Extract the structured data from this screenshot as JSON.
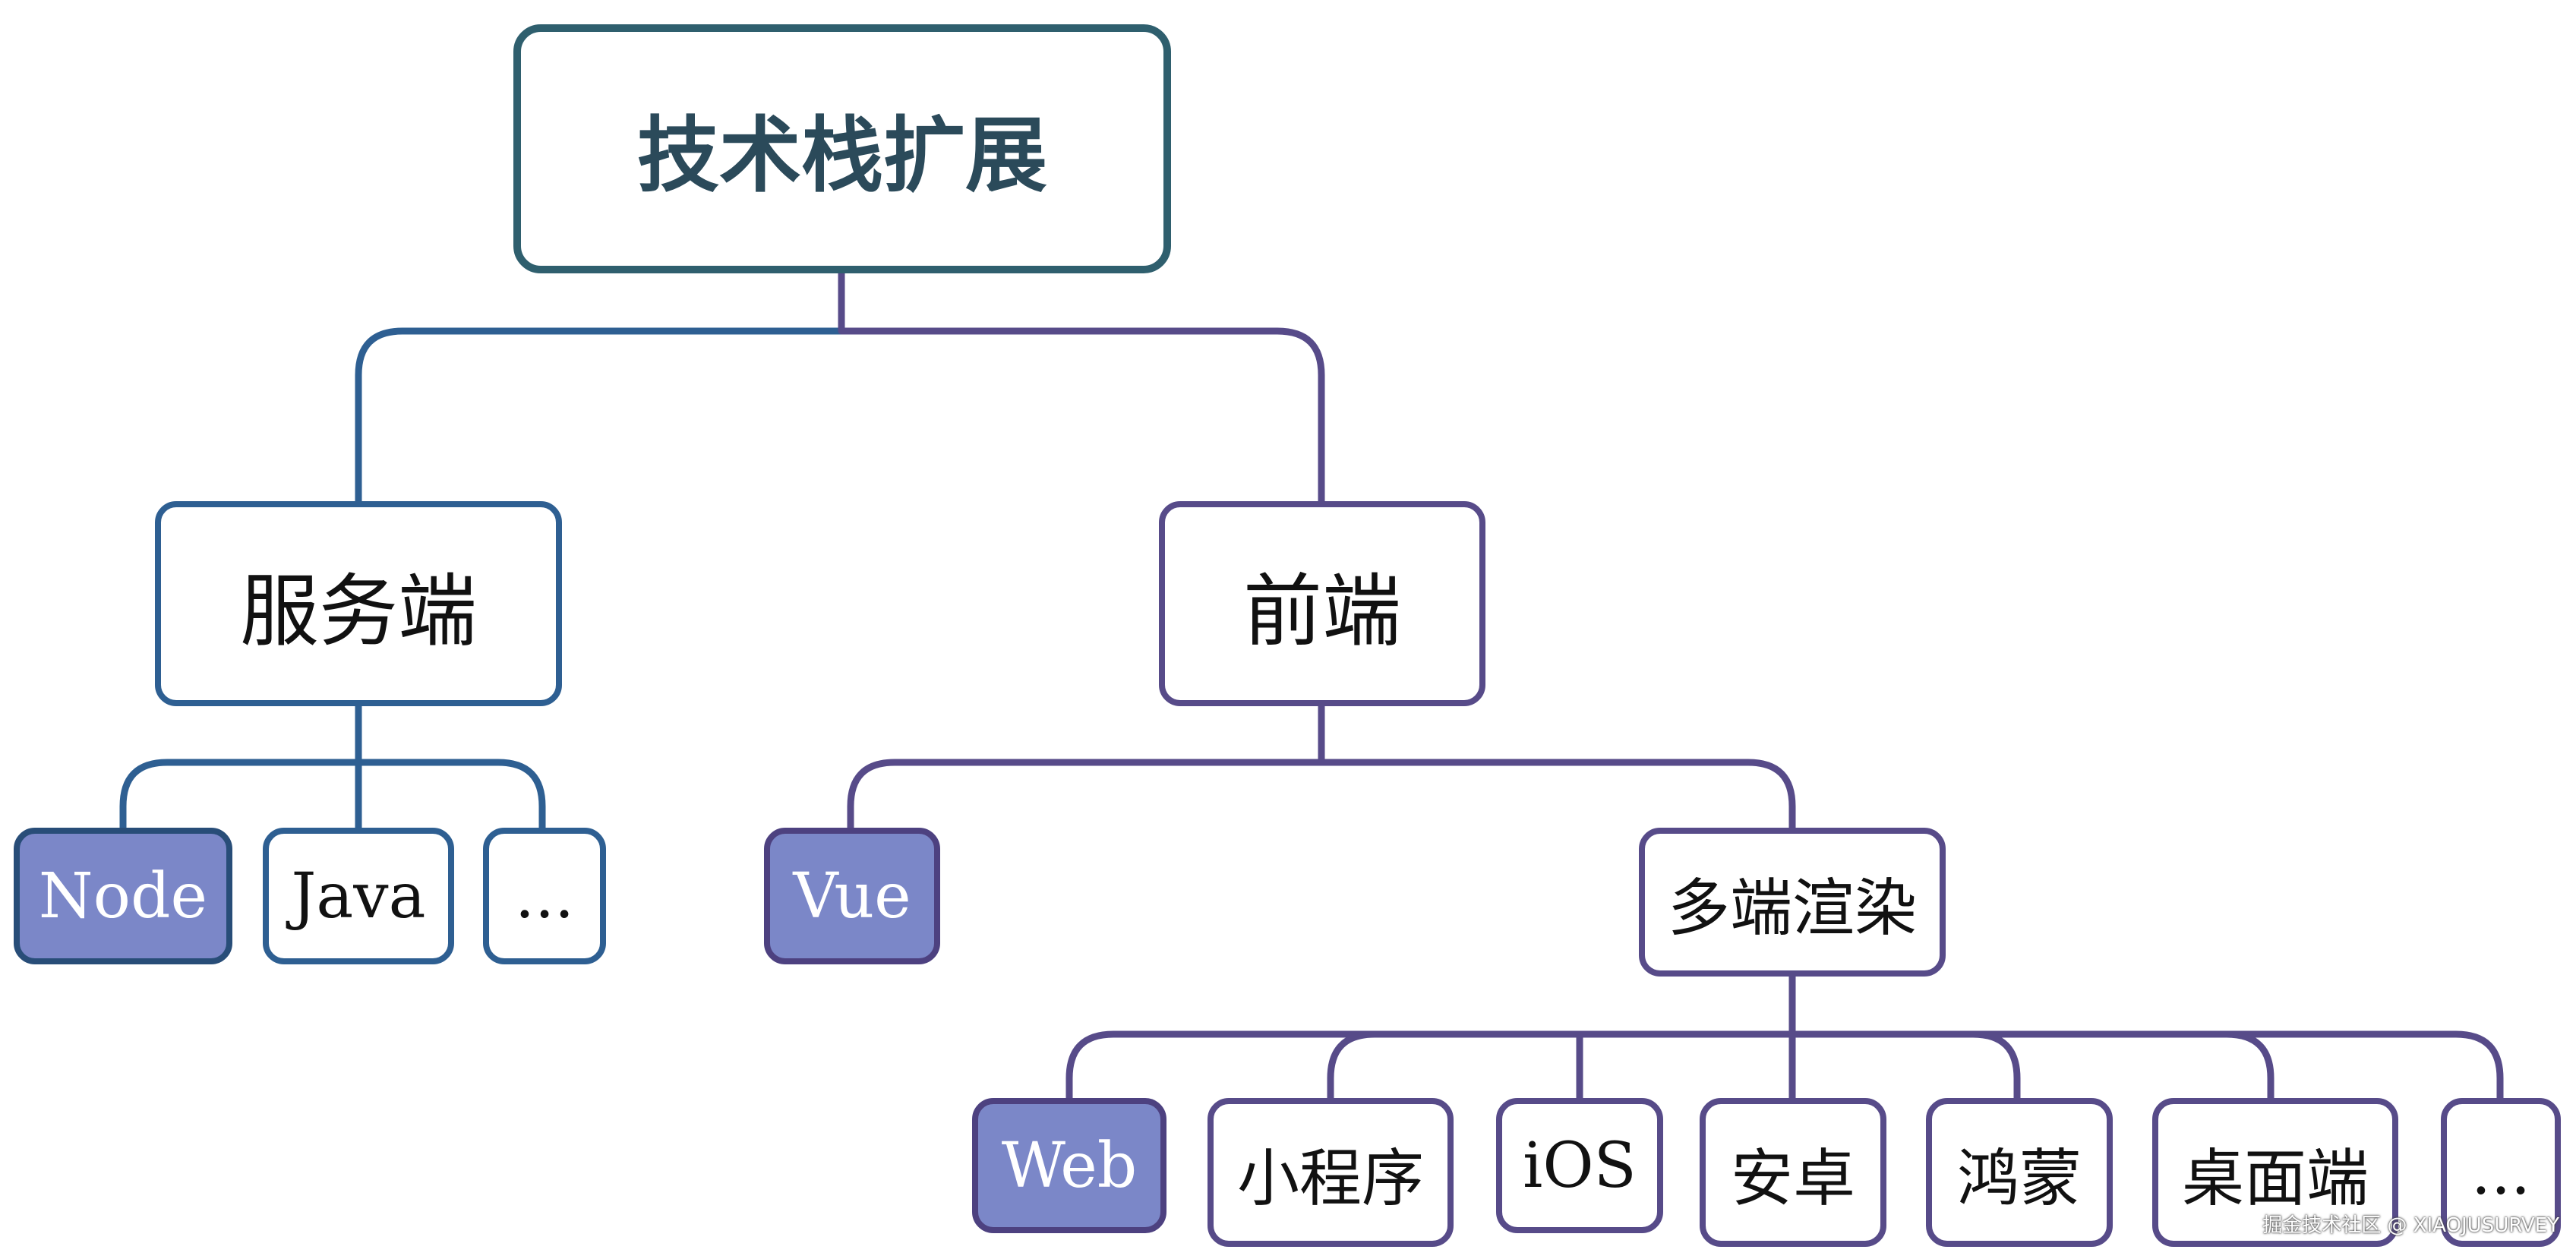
{
  "colors": {
    "server_branch": "#2e5f92",
    "frontend_branch": "#574b89",
    "highlight_fill": "#7b87c8",
    "root_border": "#2f5f6e"
  },
  "root": {
    "label": "技术栈扩展"
  },
  "server": {
    "label": "服务端",
    "children": [
      {
        "label": "Node",
        "highlighted": true
      },
      {
        "label": "Java",
        "highlighted": false
      },
      {
        "label": "...",
        "highlighted": false
      }
    ]
  },
  "frontend": {
    "label": "前端",
    "children": [
      {
        "label": "Vue",
        "highlighted": true
      },
      {
        "label": "多端渲染",
        "highlighted": false
      }
    ]
  },
  "multi_render": {
    "children": [
      {
        "label": "Web",
        "highlighted": true
      },
      {
        "label": "小程序",
        "highlighted": false
      },
      {
        "label": "iOS",
        "highlighted": false
      },
      {
        "label": "安卓",
        "highlighted": false
      },
      {
        "label": "鸿蒙",
        "highlighted": false
      },
      {
        "label": "桌面端",
        "highlighted": false
      },
      {
        "label": "...",
        "highlighted": false
      }
    ]
  },
  "watermark": "掘金技术社区 @ XIAOJUSURVEY"
}
